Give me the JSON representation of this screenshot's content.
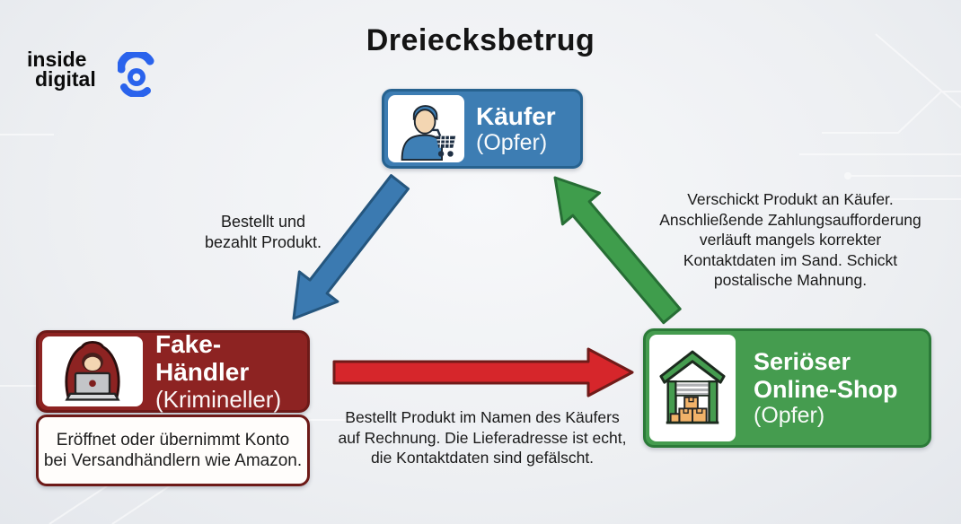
{
  "title": "Dreiecksbetrug",
  "logo": {
    "line1": "inside",
    "line2": "digital",
    "icon": "inside-digital-spiral-icon"
  },
  "nodes": {
    "kaeufer": {
      "title": "Käufer",
      "subtitle": "(Opfer)",
      "icon": "buyer-shopping-cart-icon"
    },
    "fake_haendler": {
      "title": "Fake-Händler",
      "subtitle": "(Krimineller)",
      "icon": "hacker-laptop-icon",
      "note": "Eröffnet oder übernimmt Konto\nbei Versandhändlern wie Amazon."
    },
    "online_shop": {
      "title": "Seriöser\nOnline-Shop",
      "subtitle": "(Opfer)",
      "icon": "warehouse-icon"
    }
  },
  "edges": {
    "kaeufer_to_fake": {
      "label": "Bestellt und\nbezahlt Produkt.",
      "color": "#3b7ab1"
    },
    "fake_to_shop": {
      "label": "Bestellt Produkt im Namen des Käufers\nauf Rechnung. Die Lieferadresse ist echt,\ndie Kontaktdaten sind gefälscht.",
      "color": "#d6262b"
    },
    "shop_to_kaeufer": {
      "label": "Verschickt Produkt an Käufer.\nAnschließende Zahlungsaufforderung\nverläuft mangels korrekter\nKontaktdaten im Sand. Schickt\npostalische Mahnung.",
      "color": "#3f9d4c"
    }
  },
  "colors": {
    "title_text": "#141414",
    "box_blue": "#3d7db3",
    "box_blue_border": "#27628f",
    "box_red": "#8d2322",
    "box_red_border": "#6d1a18",
    "box_green": "#459c4f",
    "box_green_border": "#2b7a38",
    "arrow_blue": "#3b7ab1",
    "arrow_blue_border": "#25567e",
    "arrow_red": "#d6262b",
    "arrow_red_border": "#701b19",
    "arrow_green": "#3f9d4c",
    "arrow_green_border": "#276e35",
    "logo_blue": "#2a63ec"
  }
}
